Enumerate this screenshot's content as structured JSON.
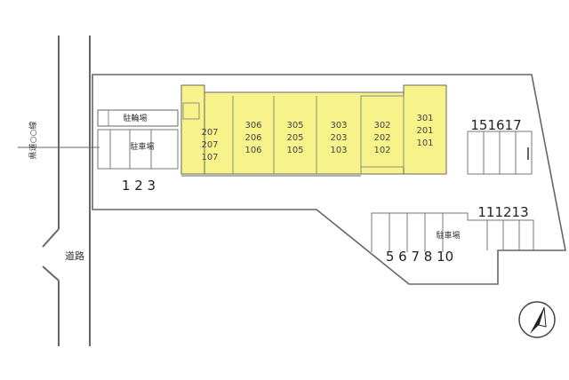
{
  "site": {
    "road_vertical_label": "道路",
    "road_side_label": "県道○○線",
    "bicycle_parking_label": "駐輪場",
    "parking_left_label": "駐車場",
    "parking_right_label": "駐車場"
  },
  "building": {
    "columns": [
      {
        "units": [
          "207",
          "207",
          "107"
        ]
      },
      {
        "units": [
          "306",
          "206",
          "106"
        ]
      },
      {
        "units": [
          "305",
          "205",
          "105"
        ]
      },
      {
        "units": [
          "303",
          "203",
          "103"
        ]
      },
      {
        "units": [
          "302",
          "202",
          "102"
        ]
      },
      {
        "units": [
          "301",
          "201",
          "101"
        ]
      }
    ]
  },
  "parking_numbers": {
    "left_row": "1 2 3",
    "top_right_row": "151617",
    "mid_right_row": "111213",
    "bottom_row": "5 6 7 8 10"
  },
  "colors": {
    "building_fill": "#f7f38a",
    "line": "#555555"
  },
  "compass_icon": "north-arrow-icon"
}
